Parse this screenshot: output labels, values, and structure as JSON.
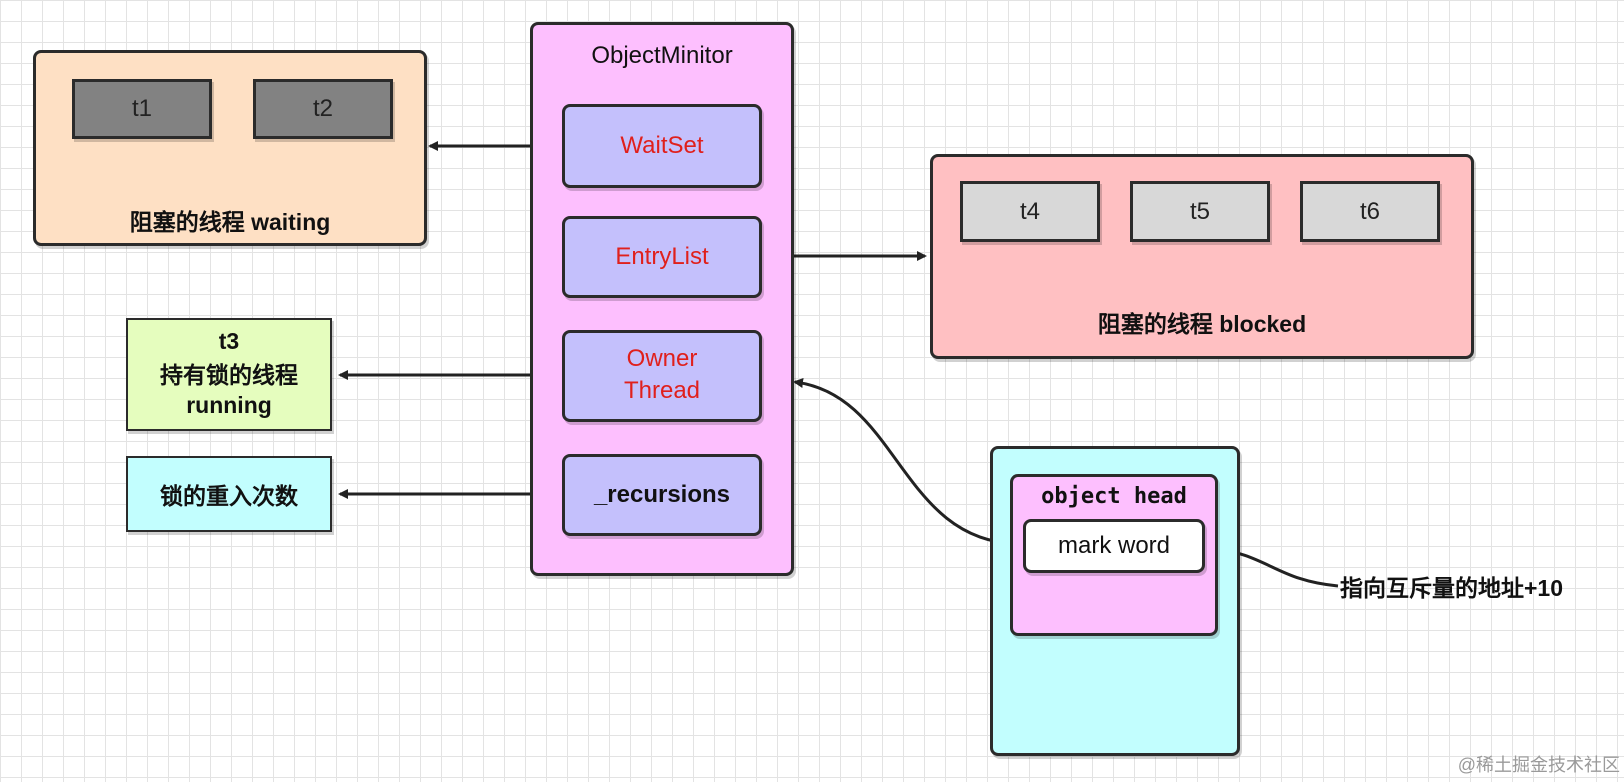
{
  "monitor": {
    "title": "ObjectMinitor",
    "fields": {
      "wait_set": "WaitSet",
      "entry_list": "EntryList",
      "owner_line1": "Owner",
      "owner_line2": "Thread",
      "recursions": "_recursions"
    }
  },
  "waiting": {
    "threads": [
      "t1",
      "t2"
    ],
    "label": "阻塞的线程 waiting"
  },
  "blocked": {
    "threads": [
      "t4",
      "t5",
      "t6"
    ],
    "label": "阻塞的线程 blocked"
  },
  "owner_box": {
    "line1": "t3",
    "line2": "持有锁的线程",
    "line3": "running"
  },
  "reentry_box": {
    "label": "锁的重入次数"
  },
  "object": {
    "head_label": "object head",
    "mark_word": "mark word"
  },
  "pointer_note": "指向互斥量的地址+10",
  "watermark": "@稀土掘金技术社区",
  "colors": {
    "monitor_bg": "#fdbffe",
    "field_bg": "#c4c0fc",
    "field_text": "#e0201c",
    "waiting_bg": "#fee0c4",
    "blocked_bg": "#ffc0c2",
    "owner_bg": "#e5fdbe",
    "reentry_bg": "#c2fefe",
    "object_bg": "#c2fefe"
  }
}
